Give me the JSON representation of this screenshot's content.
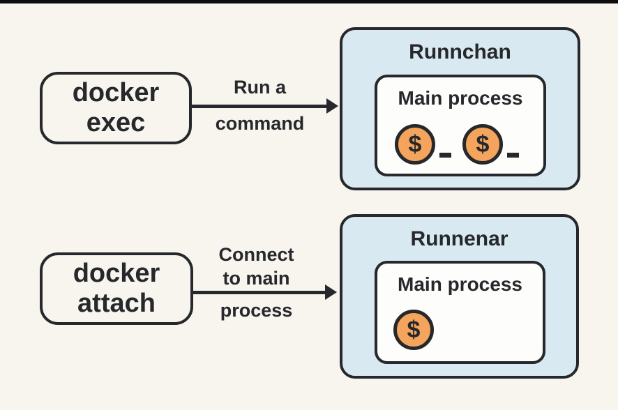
{
  "colors": {
    "background": "#f8f5ef",
    "top_bar": "#0d0d0d",
    "outline": "#26282b",
    "container_fill": "#d8e9f2",
    "process_fill": "#fdfdfb",
    "prompt_fill": "#f4a45c"
  },
  "icons": {
    "shell_prompt": "dollar-prompt-icon",
    "cursor": "cursor-underscore-icon",
    "arrow": "right-arrow-icon"
  },
  "rows": [
    {
      "command": "docker exec",
      "command_lines": [
        "docker",
        "exec"
      ],
      "arrow_label_above_lines": [
        "Run a"
      ],
      "arrow_label_below": "command",
      "container_title": "Runnchan",
      "process_label": "Main process",
      "prompts": [
        {
          "symbol": "$",
          "has_cursor": true
        },
        {
          "symbol": "$",
          "has_cursor": true
        }
      ]
    },
    {
      "command": "docker attach",
      "command_lines": [
        "docker",
        "attach"
      ],
      "arrow_label_above_lines": [
        "Connect",
        "to main"
      ],
      "arrow_label_below": "process",
      "container_title": "Runnenar",
      "process_label": "Main process",
      "prompts": [
        {
          "symbol": "$",
          "has_cursor": false
        }
      ]
    }
  ]
}
